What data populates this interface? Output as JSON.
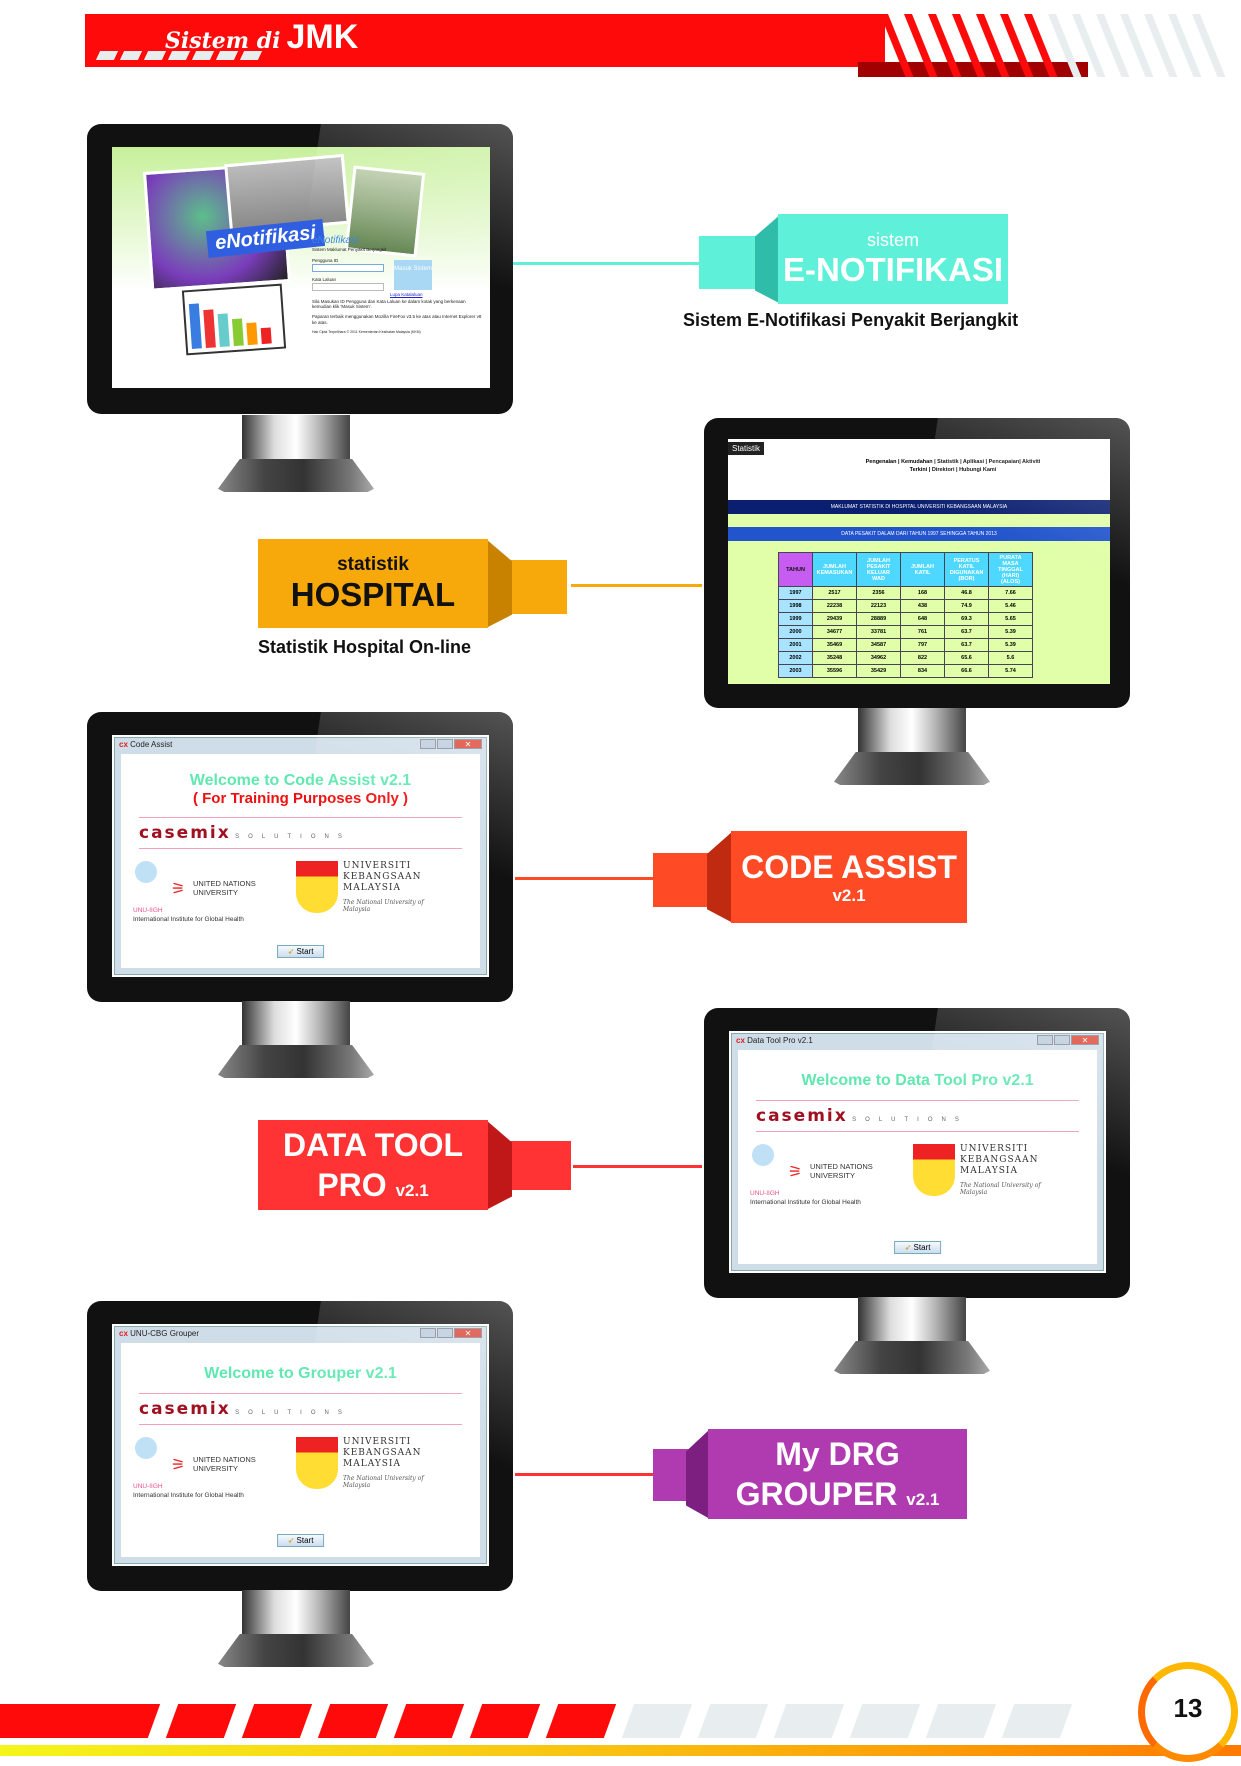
{
  "header": {
    "script": "Sistem di",
    "title": "JMK"
  },
  "colors": {
    "red": "#ff0a0a",
    "teal": "#5ef0d8",
    "orange": "#f7a90c",
    "code_assist": "#ff4a26",
    "data_tool": "#ff3333",
    "purple": "#b03ab0"
  },
  "enotifikasi": {
    "callout_top": "sistem",
    "callout_main": "E-NOTIFIKASI",
    "subtitle": "Sistem E-Notifikasi Penyakit Berjangkit",
    "screen": {
      "logo": "eNotifikasi",
      "app_name": "eNotifikasi",
      "app_desc": "Sistem Maklumat Penyakit Berjangkit",
      "user_label": "Pengguna ID",
      "pass_label": "Kata Laluan",
      "login_button": "Masuk Sistem",
      "forgot_link": "Lupa Katalaluan",
      "instructions": "Sila Masukan ID Pengguna dan Kata Laluan ke dalam kotak yang berkenaan kemudian klik 'Masuk Sistem'.",
      "browser_note": "Paparan terbaik menggunakan Mozilla FireFox v3.5 ke atas atau Internet Explorer v8 ke atas.",
      "copyright": "Hak Cipta Terpelihara © 2011 Kementerian Kesihatan Malaysia (KKM)"
    }
  },
  "hospital": {
    "callout_top": "statistik",
    "callout_main": "HOSPITAL",
    "subtitle": "Statistik Hospital On-line",
    "screen": {
      "badge": "Statistik",
      "nav1": "Pengenalan | Kemudahan | Statistik | Aplikasi | Pencapaian| Aktiviti",
      "nav2": "Terkini |  Direktori | Hubungi Kami",
      "banner": "MAKLUMAT STATISTIK DI HOSPITAL UNIVERSITI KEBANGSAAN MALAYSIA",
      "subbanner": "DATA PESAKIT DALAM DARI TAHUN 1997 SEHINGGA TAHUN 2013",
      "columns": [
        "TAHUN",
        "JUMLAH KEMASUKAN",
        "JUMLAH PESAKIT KELUAR WAD",
        "JUMLAH KATIL",
        "PERATUS KATIL DIGUNAKAN (BOR)",
        "PURATA MASA TINGGAL (HARI) (ALOS)"
      ],
      "rows": [
        [
          "1997",
          "2517",
          "2356",
          "168",
          "46.8",
          "7.66"
        ],
        [
          "1998",
          "22238",
          "22123",
          "438",
          "74.9",
          "5.46"
        ],
        [
          "1999",
          "29439",
          "28889",
          "648",
          "69.3",
          "5.65"
        ],
        [
          "2000",
          "34677",
          "33781",
          "761",
          "63.7",
          "5.39"
        ],
        [
          "2001",
          "35469",
          "34587",
          "797",
          "63.7",
          "5.39"
        ],
        [
          "2002",
          "35248",
          "34962",
          "822",
          "65.6",
          "5.6"
        ],
        [
          "2003",
          "35596",
          "35429",
          "834",
          "66.6",
          "5.74"
        ]
      ]
    }
  },
  "code_assist": {
    "callout_main": "CODE ASSIST",
    "callout_version": "v2.1",
    "window": {
      "title": "Code Assist",
      "welcome": "Welcome to Code Assist v2.1",
      "note": "( For Training Purposes Only )",
      "start": "Start"
    }
  },
  "data_tool": {
    "callout_main": "DATA TOOL",
    "callout_line2": "PRO",
    "callout_version": "v2.1",
    "window": {
      "title": "Data Tool Pro v2.1",
      "welcome": "Welcome to Data Tool Pro v2.1",
      "start": "Start"
    }
  },
  "grouper": {
    "callout_main": "My DRG",
    "callout_line2": "GROUPER",
    "callout_version": "v2.1",
    "window": {
      "title": "UNU-CBG Grouper",
      "welcome": "Welcome to Grouper v2.1",
      "start": "Start"
    }
  },
  "logos": {
    "casemix": "casemix",
    "solutions": "SOLUTIONS",
    "unu": "UNITED NATIONS UNIVERSITY",
    "unu_iigh": "UNU-IIGH",
    "iigh": "International Institute for Global Health",
    "ukm": "UNIVERSITI KEBANGSAAN MALAYSIA",
    "ukm_en": "The National University of Malaysia"
  },
  "footer": {
    "page_number": "13"
  }
}
